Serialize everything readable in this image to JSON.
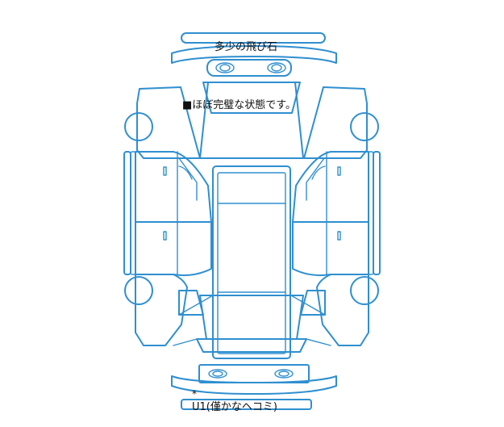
{
  "notes": {
    "front": "多少の飛び石",
    "center": "■ほぼ完璧な状態です。",
    "asterisk": "*",
    "legend": "U1(僅かなヘコミ)"
  },
  "colors": {
    "outline": "#2f8fd0",
    "text": "#111111",
    "background": "#ffffff"
  }
}
